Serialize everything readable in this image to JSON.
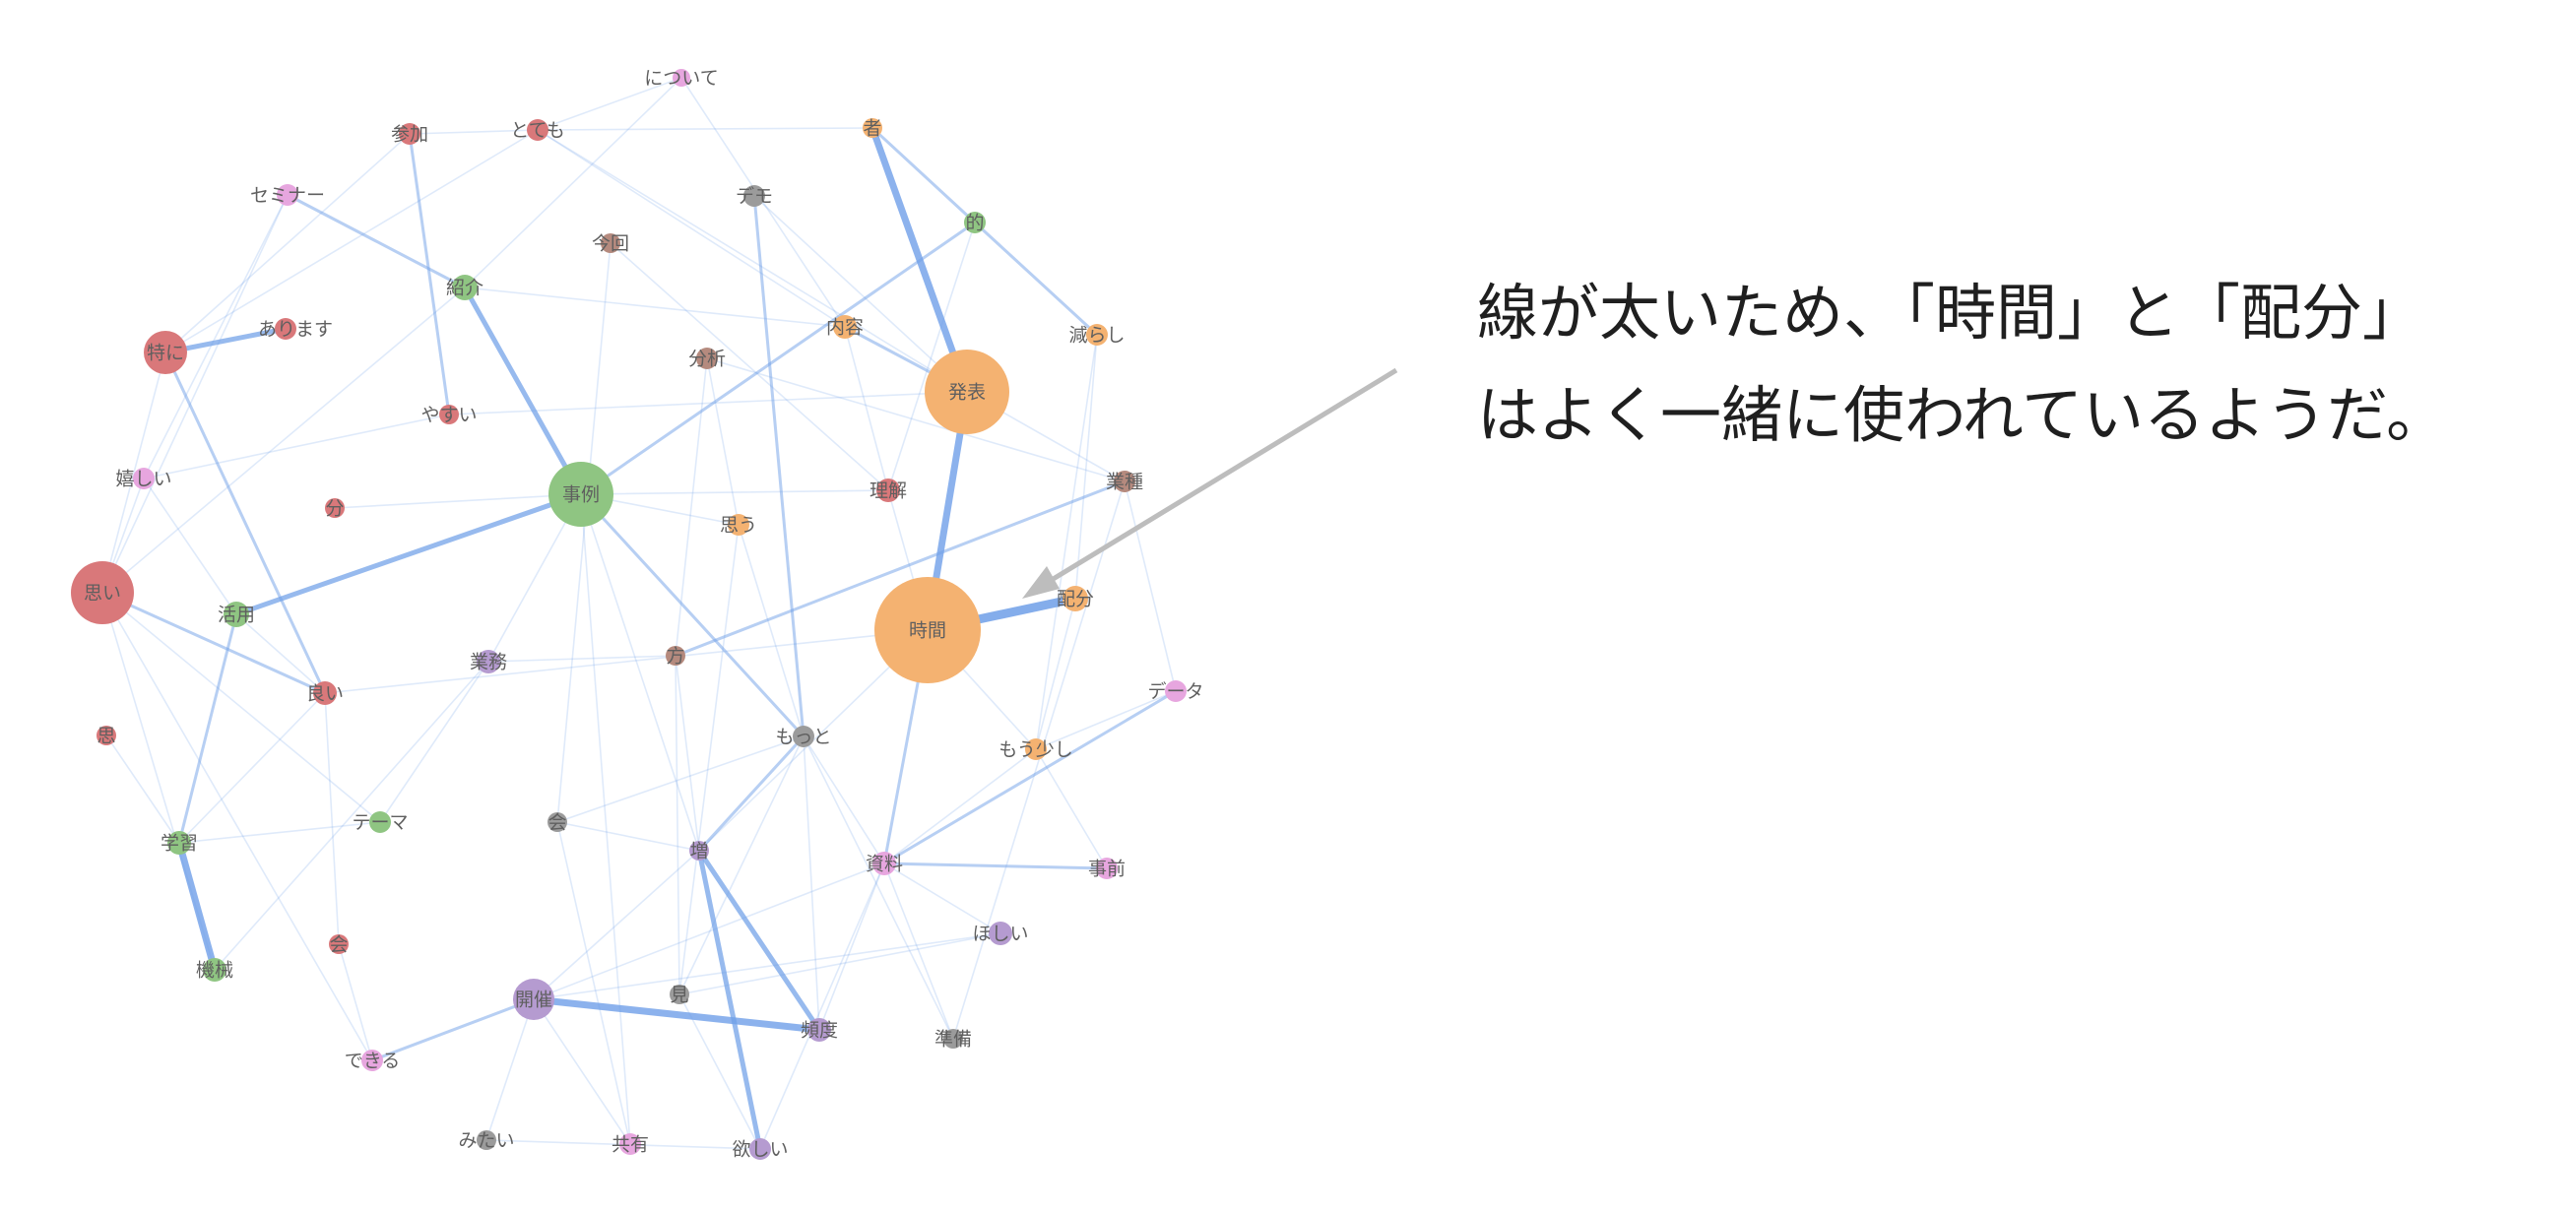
{
  "annotation": {
    "line1": "線が太いため、「時間」と「配分」",
    "line2": "はよく一緒に使われているようだ。"
  },
  "colors": {
    "red": "#d9787a",
    "orange": "#f4b271",
    "green": "#8fc582",
    "purple": "#b59bd0",
    "pink": "#e7a6df",
    "gray": "#9b9b9b",
    "brown": "#b58a7e",
    "edge": "#6f9fe8",
    "arrow": "#bdbdbd"
  },
  "nodes": [
    {
      "id": "について",
      "color": "pink"
    },
    {
      "id": "参加",
      "color": "red"
    },
    {
      "id": "とても",
      "color": "red"
    },
    {
      "id": "者",
      "color": "orange"
    },
    {
      "id": "セミナー",
      "color": "pink"
    },
    {
      "id": "デモ",
      "color": "gray"
    },
    {
      "id": "的",
      "color": "green"
    },
    {
      "id": "今回",
      "color": "brown"
    },
    {
      "id": "紹介",
      "color": "green"
    },
    {
      "id": "あります",
      "color": "red"
    },
    {
      "id": "内容",
      "color": "orange"
    },
    {
      "id": "減らし",
      "color": "orange"
    },
    {
      "id": "特に",
      "color": "red"
    },
    {
      "id": "分析",
      "color": "brown"
    },
    {
      "id": "発表",
      "color": "orange"
    },
    {
      "id": "やすい",
      "color": "red"
    },
    {
      "id": "嬉しい",
      "color": "pink"
    },
    {
      "id": "事例",
      "color": "green"
    },
    {
      "id": "理解",
      "color": "red"
    },
    {
      "id": "業種",
      "color": "brown"
    },
    {
      "id": "分",
      "color": "red"
    },
    {
      "id": "思う",
      "color": "orange"
    },
    {
      "id": "思い",
      "color": "red"
    },
    {
      "id": "活用",
      "color": "green"
    },
    {
      "id": "時間",
      "color": "orange"
    },
    {
      "id": "配分",
      "color": "orange"
    },
    {
      "id": "業務",
      "color": "purple"
    },
    {
      "id": "方",
      "color": "brown"
    },
    {
      "id": "良い",
      "color": "red"
    },
    {
      "id": "データ",
      "color": "pink"
    },
    {
      "id": "思",
      "color": "red"
    },
    {
      "id": "もっと",
      "color": "gray"
    },
    {
      "id": "もう少し",
      "color": "orange"
    },
    {
      "id": "テーマ",
      "color": "green"
    },
    {
      "id": "会",
      "color": "gray"
    },
    {
      "id": "増",
      "color": "purple"
    },
    {
      "id": "資料",
      "color": "pink"
    },
    {
      "id": "事前",
      "color": "pink"
    },
    {
      "id": "学習",
      "color": "green"
    },
    {
      "id": "ほしい",
      "color": "purple"
    },
    {
      "id": "会2",
      "label": "会",
      "color": "red"
    },
    {
      "id": "機械",
      "color": "green"
    },
    {
      "id": "開催",
      "color": "purple"
    },
    {
      "id": "見",
      "color": "gray"
    },
    {
      "id": "頻度",
      "color": "purple"
    },
    {
      "id": "準備",
      "color": "gray"
    },
    {
      "id": "できる",
      "color": "pink"
    },
    {
      "id": "みたい",
      "color": "gray"
    },
    {
      "id": "共有",
      "color": "pink"
    },
    {
      "id": "欲しい",
      "color": "purple"
    }
  ],
  "edges": [
    {
      "source": "時間",
      "target": "配分",
      "weight": 5
    },
    {
      "source": "者",
      "target": "発表",
      "weight": 4
    },
    {
      "source": "発表",
      "target": "時間",
      "weight": 4
    },
    {
      "source": "開催",
      "target": "頻度",
      "weight": 4
    },
    {
      "source": "学習",
      "target": "機械",
      "weight": 4
    },
    {
      "source": "紹介",
      "target": "事例",
      "weight": 3
    },
    {
      "source": "事例",
      "target": "活用",
      "weight": 3
    },
    {
      "source": "特に",
      "target": "あります",
      "weight": 3
    },
    {
      "source": "増",
      "target": "欲しい",
      "weight": 3
    },
    {
      "source": "増",
      "target": "頻度",
      "weight": 3
    },
    {
      "source": "事例",
      "target": "的",
      "weight": 2
    },
    {
      "source": "内容",
      "target": "発表",
      "weight": 2
    },
    {
      "source": "活用",
      "target": "学習",
      "weight": 2
    },
    {
      "source": "思い",
      "target": "良い",
      "weight": 2
    },
    {
      "source": "特に",
      "target": "良い",
      "weight": 2
    },
    {
      "source": "セミナー",
      "target": "紹介",
      "weight": 2
    },
    {
      "source": "参加",
      "target": "やすい",
      "weight": 2
    },
    {
      "source": "デモ",
      "target": "もっと",
      "weight": 2
    },
    {
      "source": "もっと",
      "target": "増",
      "weight": 2
    },
    {
      "source": "資料",
      "target": "データ",
      "weight": 2
    },
    {
      "source": "資料",
      "target": "事前",
      "weight": 2
    },
    {
      "source": "開催",
      "target": "できる",
      "weight": 2
    },
    {
      "source": "者",
      "target": "的",
      "weight": 2
    },
    {
      "source": "的",
      "target": "減らし",
      "weight": 2
    },
    {
      "source": "事例",
      "target": "もっと",
      "weight": 2
    },
    {
      "source": "方",
      "target": "業種",
      "weight": 2
    },
    {
      "source": "時間",
      "target": "資料",
      "weight": 2
    },
    {
      "source": "業務",
      "target": "方",
      "weight": 1
    },
    {
      "source": "とても",
      "target": "参加",
      "weight": 1
    },
    {
      "source": "とても",
      "target": "について",
      "weight": 1
    },
    {
      "source": "とても",
      "target": "者",
      "weight": 1
    },
    {
      "source": "とても",
      "target": "内容",
      "weight": 1
    },
    {
      "source": "とても",
      "target": "特に",
      "weight": 1
    },
    {
      "source": "とても",
      "target": "発表",
      "weight": 1
    },
    {
      "source": "について",
      "target": "内容",
      "weight": 1
    },
    {
      "source": "について",
      "target": "紹介",
      "weight": 1
    },
    {
      "source": "今回",
      "target": "理解",
      "weight": 1
    },
    {
      "source": "今回",
      "target": "会",
      "weight": 1
    },
    {
      "source": "紹介",
      "target": "内容",
      "weight": 1
    },
    {
      "source": "分析",
      "target": "業種",
      "weight": 1
    },
    {
      "source": "分析",
      "target": "思う",
      "weight": 1
    },
    {
      "source": "やすい",
      "target": "発表",
      "weight": 1
    },
    {
      "source": "事例",
      "target": "思う",
      "weight": 1
    },
    {
      "source": "事例",
      "target": "分",
      "weight": 1
    },
    {
      "source": "事例",
      "target": "増",
      "weight": 1
    },
    {
      "source": "事例",
      "target": "理解",
      "weight": 1
    },
    {
      "source": "思い",
      "target": "嬉しい",
      "weight": 1
    },
    {
      "source": "思い",
      "target": "特に",
      "weight": 1
    },
    {
      "source": "思い",
      "target": "機械",
      "weight": 1
    },
    {
      "source": "思い",
      "target": "テーマ",
      "weight": 1
    },
    {
      "source": "嬉しい",
      "target": "セミナー",
      "weight": 1
    },
    {
      "source": "嬉しい",
      "target": "活用",
      "weight": 1
    },
    {
      "source": "活用",
      "target": "良い",
      "weight": 1
    },
    {
      "source": "良い",
      "target": "時間",
      "weight": 1
    },
    {
      "source": "良い",
      "target": "会2",
      "weight": 1
    },
    {
      "source": "時間",
      "target": "もう少し",
      "weight": 1
    },
    {
      "source": "時間",
      "target": "理解",
      "weight": 1
    },
    {
      "source": "時間",
      "target": "増",
      "weight": 1
    },
    {
      "source": "配分",
      "target": "もう少し",
      "weight": 1
    },
    {
      "source": "配分",
      "target": "減らし",
      "weight": 1
    },
    {
      "source": "データ",
      "target": "業種",
      "weight": 1
    },
    {
      "source": "もっと",
      "target": "資料",
      "weight": 1
    },
    {
      "source": "もっと",
      "target": "見",
      "weight": 1
    },
    {
      "source": "もっと",
      "target": "会",
      "weight": 1
    },
    {
      "source": "もっと",
      "target": "準備",
      "weight": 1
    },
    {
      "source": "もう少し",
      "target": "事前",
      "weight": 1
    },
    {
      "source": "もう少し",
      "target": "資料",
      "weight": 1
    },
    {
      "source": "テーマ",
      "target": "業務",
      "weight": 1
    },
    {
      "source": "テーマ",
      "target": "学習",
      "weight": 1
    },
    {
      "source": "会",
      "target": "共有",
      "weight": 1
    },
    {
      "source": "会",
      "target": "増",
      "weight": 1
    },
    {
      "source": "増",
      "target": "開催",
      "weight": 1
    },
    {
      "source": "増",
      "target": "方",
      "weight": 1
    },
    {
      "source": "資料",
      "target": "開催",
      "weight": 1
    },
    {
      "source": "資料",
      "target": "ほしい",
      "weight": 1
    },
    {
      "source": "資料",
      "target": "欲しい",
      "weight": 1
    },
    {
      "source": "資料",
      "target": "準備",
      "weight": 1
    },
    {
      "source": "学習",
      "target": "良い",
      "weight": 1
    },
    {
      "source": "学習",
      "target": "思",
      "weight": 1
    },
    {
      "source": "ほしい",
      "target": "見",
      "weight": 1
    },
    {
      "source": "ほしい",
      "target": "開催",
      "weight": 1
    },
    {
      "source": "会2",
      "target": "できる",
      "weight": 1
    },
    {
      "source": "機械",
      "target": "業務",
      "weight": 1
    },
    {
      "source": "開催",
      "target": "共有",
      "weight": 1
    },
    {
      "source": "開催",
      "target": "みたい",
      "weight": 1
    },
    {
      "source": "見",
      "target": "欲しい",
      "weight": 1
    },
    {
      "source": "見",
      "target": "方",
      "weight": 1
    },
    {
      "source": "頻度",
      "target": "もっと",
      "weight": 1
    },
    {
      "source": "頻度",
      "target": "資料",
      "weight": 1
    },
    {
      "source": "みたい",
      "target": "欲しい",
      "weight": 1
    },
    {
      "source": "できる",
      "target": "思い",
      "weight": 1
    },
    {
      "source": "共有",
      "target": "事例",
      "weight": 1
    },
    {
      "source": "やすい",
      "target": "嬉しい",
      "weight": 1
    },
    {
      "source": "参加",
      "target": "特に",
      "weight": 1
    },
    {
      "source": "デモ",
      "target": "発表",
      "weight": 1
    },
    {
      "source": "的",
      "target": "理解",
      "weight": 1
    },
    {
      "source": "減らし",
      "target": "もう少し",
      "weight": 1
    },
    {
      "source": "分析",
      "target": "方",
      "weight": 1
    },
    {
      "source": "思う",
      "target": "もっと",
      "weight": 1
    },
    {
      "source": "業種",
      "target": "準備",
      "weight": 1
    },
    {
      "source": "紹介",
      "target": "思い",
      "weight": 1
    },
    {
      "source": "セミナー",
      "target": "思い",
      "weight": 1
    },
    {
      "source": "事例",
      "target": "業務",
      "weight": 1
    },
    {
      "source": "内容",
      "target": "理解",
      "weight": 1
    },
    {
      "source": "思う",
      "target": "見",
      "weight": 1
    },
    {
      "source": "業種",
      "target": "発表",
      "weight": 1
    },
    {
      "source": "データ",
      "target": "もう少し",
      "weight": 1
    }
  ]
}
